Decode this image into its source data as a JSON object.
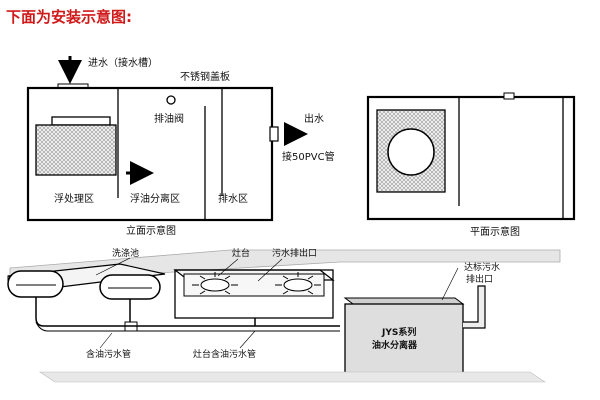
{
  "title": "下面为安装示意图:",
  "elevation": {
    "water_in": "进水（接水槽）",
    "cover": "不锈钢盖板",
    "oil_valve": "排油阀",
    "water_out": "出水",
    "pvc": "接50PVC管",
    "zone_float": "浮处理区",
    "zone_sep": "浮油分离区",
    "zone_drain": "排水区",
    "caption": "立面示意图"
  },
  "plan": {
    "caption": "平面示意图"
  },
  "kitchen": {
    "sink": "洗涤池",
    "stove": "灶台",
    "stove_outlet": "污水排出口",
    "standard_outlet_1": "达标污水",
    "standard_outlet_2": "排出口",
    "separator_1": "JYS系列",
    "separator_2": "油水分离器",
    "oily_pipe": "含油污水管",
    "stove_pipe": "灶台含油污水管"
  }
}
